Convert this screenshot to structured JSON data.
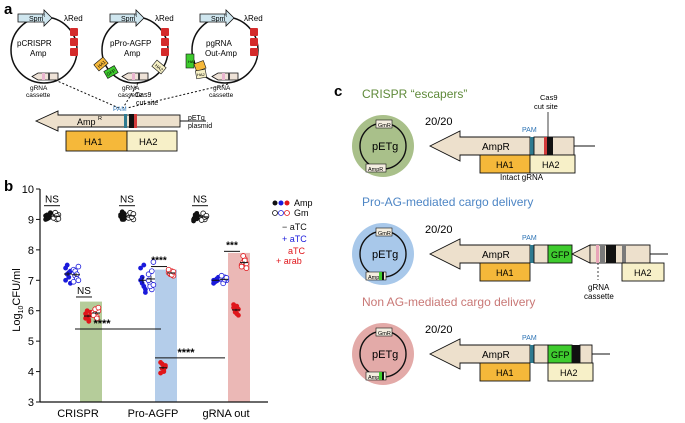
{
  "panels": {
    "a": "a",
    "b": "b",
    "c": "c"
  },
  "panel_a": {
    "plasmids": [
      {
        "name_l1": "pCRISPR",
        "name_l2": "Amp",
        "marker": "Spm",
        "marker_sup": "R",
        "lambda": "λRed",
        "cassette_l1": "gRNA",
        "cassette_l2": "cassette"
      },
      {
        "name_l1": "pPro-AGFP",
        "name_l2": "Amp",
        "marker": "Spm",
        "marker_sup": "R",
        "lambda": "λRed",
        "cassette_l1": "gRNA",
        "cassette_l2": "cassette",
        "ha1": "HA1",
        "gfp": "GFP",
        "ha2": "HA2"
      },
      {
        "name_l1": "pgRNA",
        "name_l2": "Out-Amp",
        "marker": "Spm",
        "marker_sup": "R",
        "lambda": "λRed",
        "cassette_l1": "gRNA",
        "cassette_l2": "cassette",
        "ha1": "HA1",
        "ha2": "HA2"
      }
    ],
    "target": {
      "gene": "Amp",
      "gene_sup": "R",
      "pam": "PAM",
      "cut_l1": "Cas9",
      "cut_l2": "cut site",
      "plasmid_l1": "pETg",
      "plasmid_l2": "plasmid",
      "ha1": "HA1",
      "ha2": "HA2"
    }
  },
  "panel_c": {
    "rows": [
      {
        "title": "CRISPR “escapers”",
        "count": "20/20",
        "plasmid": "pETg",
        "gm": "Gm",
        "gm_sup": "R",
        "amp": "Amp",
        "amp_sup": "R",
        "gene": "Amp",
        "gene_sup": "R",
        "pam": "PAM",
        "cut_l1": "Cas9",
        "cut_l2": "cut site",
        "ha1": "HA1",
        "ha2": "HA2",
        "note": "Intact gRNA",
        "color": "#a9c08a"
      },
      {
        "title": "Pro-AG-mediated cargo delivery",
        "count": "20/20",
        "plasmid": "pETg",
        "gm": "Gm",
        "gm_sup": "R",
        "amp": "Amp",
        "amp_sup": "R",
        "gene": "Amp",
        "gene_sup": "R",
        "pam": "PAM",
        "gfp": "GFP",
        "ha1": "HA1",
        "ha2": "HA2",
        "cassette_l1": "gRNA",
        "cassette_l2": "cassette",
        "color": "#a8c8ea"
      },
      {
        "title": "Non AG-mediated cargo delivery",
        "count": "20/20",
        "plasmid": "pETg",
        "gm": "Gm",
        "gm_sup": "R",
        "amp": "Amp",
        "amp_sup": "R",
        "gene": "Amp",
        "gene_sup": "R",
        "pam": "PAM",
        "gfp": "GFP",
        "ha1": "HA1",
        "ha2": "HA2",
        "color": "#e3aaa8"
      }
    ]
  },
  "chart_data": {
    "type": "scatter",
    "ylabel": "Log10CFU/ml",
    "ylabel_main": "Log",
    "ylabel_sub": "10",
    "ylabel_rest": "CFU/ml",
    "ylim": [
      3,
      10
    ],
    "yticks": [
      3,
      4,
      5,
      6,
      7,
      8,
      9,
      10
    ],
    "categories": [
      "CRISPR",
      "Pro-AGFP",
      "gRNA out"
    ],
    "bars": [
      {
        "category": "CRISPR",
        "value": 6.3,
        "color": "#b5cc9a"
      },
      {
        "category": "Pro-AGFP",
        "value": 7.35,
        "color": "#b4cdea"
      },
      {
        "category": "gRNA out",
        "value": 7.9,
        "color": "#ebb8b6"
      }
    ],
    "legend": {
      "amp": "Amp",
      "gm": "Gm",
      "cond1": "− aTC",
      "cond2": "+ aTC",
      "cond3a": "aTC",
      "cond3b": "+ arab",
      "color_cond1": "#111111",
      "color_cond2": "#1a1adb",
      "color_cond3": "#e0161b"
    },
    "series": [
      {
        "category": "CRISPR",
        "condition": "no aTC",
        "marker": "Amp",
        "values": [
          9.12,
          9.02,
          9.08,
          9.22,
          9.0,
          9.15,
          9.05,
          9.18
        ]
      },
      {
        "category": "CRISPR",
        "condition": "no aTC",
        "marker": "Gm",
        "values": [
          9.1,
          9.2,
          9.0,
          9.15,
          9.05,
          9.22,
          9.12,
          9.02
        ]
      },
      {
        "category": "CRISPR",
        "condition": "aTC",
        "marker": "Amp",
        "values": [
          7.4,
          7.2,
          7.1,
          7.3,
          7.0,
          7.5,
          7.25,
          6.9
        ]
      },
      {
        "category": "CRISPR",
        "condition": "aTC",
        "marker": "Gm",
        "values": [
          7.35,
          7.15,
          7.05,
          7.45,
          6.95,
          7.3,
          7.2,
          7.0
        ]
      },
      {
        "category": "CRISPR",
        "condition": "aTC+arab",
        "marker": "Amp",
        "values": [
          5.9,
          5.8,
          5.7,
          5.85,
          5.75,
          6.0,
          5.65,
          5.95
        ]
      },
      {
        "category": "CRISPR",
        "condition": "aTC+arab",
        "marker": "Gm",
        "values": [
          5.95,
          5.9,
          5.8,
          6.0,
          5.85,
          6.05,
          5.75,
          6.1
        ]
      },
      {
        "category": "Pro-AGFP",
        "condition": "no aTC",
        "marker": "Amp",
        "values": [
          9.1,
          9.0,
          9.2,
          9.05,
          9.15,
          9.25,
          9.0,
          9.12
        ]
      },
      {
        "category": "Pro-AGFP",
        "condition": "no aTC",
        "marker": "Gm",
        "values": [
          9.05,
          9.2,
          9.1,
          9.0,
          9.15,
          9.22,
          9.08,
          9.18
        ]
      },
      {
        "category": "Pro-AGFP",
        "condition": "aTC",
        "marker": "Amp",
        "values": [
          7.4,
          7.1,
          6.8,
          6.7,
          7.0,
          6.9,
          7.5,
          6.6
        ]
      },
      {
        "category": "Pro-AGFP",
        "condition": "aTC",
        "marker": "Gm",
        "values": [
          7.2,
          6.9,
          6.7,
          7.6,
          7.0,
          6.8,
          7.3,
          6.85
        ]
      },
      {
        "category": "Pro-AGFP",
        "condition": "aTC+arab",
        "marker": "Amp",
        "values": [
          4.3,
          4.1,
          4.0,
          4.2,
          3.95,
          4.25,
          4.05,
          4.15
        ]
      },
      {
        "category": "Pro-AGFP",
        "condition": "aTC+arab",
        "marker": "Gm",
        "values": [
          7.25,
          7.2,
          7.3,
          7.15,
          7.35,
          7.22,
          7.18,
          7.28
        ]
      },
      {
        "category": "gRNA out",
        "condition": "no aTC",
        "marker": "Amp",
        "values": [
          9.0,
          9.1,
          9.2,
          9.05,
          8.95,
          9.15,
          9.02,
          9.1
        ]
      },
      {
        "category": "gRNA out",
        "condition": "no aTC",
        "marker": "Gm",
        "values": [
          9.05,
          9.15,
          9.0,
          9.1,
          8.98,
          9.2,
          9.08,
          9.12
        ]
      },
      {
        "category": "gRNA out",
        "condition": "aTC",
        "marker": "Amp",
        "values": [
          7.0,
          6.95,
          7.05,
          7.1,
          6.9,
          7.0,
          6.98,
          7.02
        ]
      },
      {
        "category": "gRNA out",
        "condition": "aTC",
        "marker": "Gm",
        "values": [
          7.05,
          6.95,
          7.1,
          7.0,
          7.15,
          6.9,
          7.02,
          7.08
        ]
      },
      {
        "category": "gRNA out",
        "condition": "aTC+arab",
        "marker": "Amp",
        "values": [
          6.1,
          6.0,
          5.9,
          6.05,
          6.2,
          5.95,
          6.15,
          5.85
        ]
      },
      {
        "category": "gRNA out",
        "condition": "aTC+arab",
        "marker": "Gm",
        "values": [
          7.5,
          7.6,
          7.7,
          7.55,
          7.45,
          7.8,
          7.65,
          7.4
        ]
      }
    ],
    "annotations": [
      {
        "category": "CRISPR",
        "text": "NS",
        "y": 9.55
      },
      {
        "category": "CRISPR",
        "text": "NS",
        "y": 6.55
      },
      {
        "category": "Pro-AGFP",
        "text": "NS",
        "y": 9.55
      },
      {
        "category": "Pro-AGFP",
        "text": "****",
        "y": 7.55
      },
      {
        "category": "gRNA out",
        "text": "NS",
        "y": 9.55
      },
      {
        "category": "gRNA out",
        "text": "***",
        "y": 8.05
      },
      {
        "category": "between",
        "text": "****",
        "y": 5.55
      },
      {
        "category": "between",
        "text": "****",
        "y": 4.6
      }
    ]
  }
}
